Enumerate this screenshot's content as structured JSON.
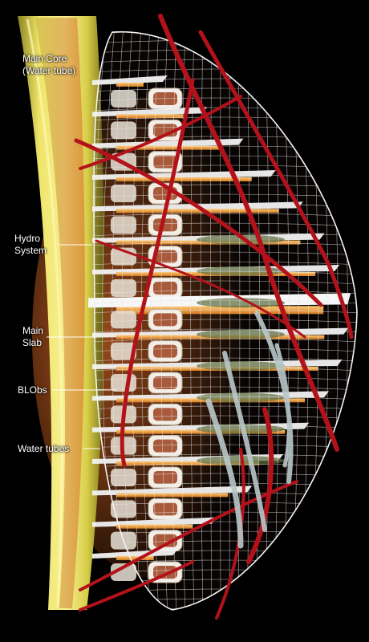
{
  "labels": {
    "main_core": {
      "line1": "Main Core",
      "line2": "(Water tube)"
    },
    "hydro": {
      "line1": "Hydro",
      "line2": "System"
    },
    "main_slab": {
      "line1": "Main",
      "line2": "Slab"
    },
    "blobs": {
      "line1": "BLObs"
    },
    "water_tubes": {
      "line1": "Water tubes"
    }
  },
  "colors": {
    "background": "#000000",
    "core": "#e8df5a",
    "slab_edge": "#f0a040",
    "slab_top": "#f2f2f2",
    "mesh": "#e6e6e6",
    "tube_red": "#b0121a",
    "glass": "#b9c7c9"
  },
  "diagram": {
    "floor_count": 16
  }
}
